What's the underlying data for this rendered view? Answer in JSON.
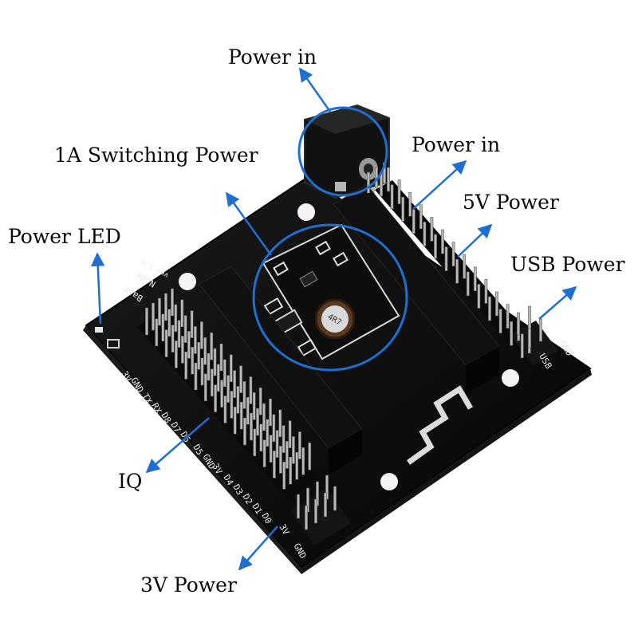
{
  "callouts": {
    "power_in_top": "Power in",
    "power_in_right": "Power in",
    "switching_power": "1A Switching Power",
    "five_v_power": "5V Power",
    "power_led": "Power LED",
    "usb_power": "USB Power",
    "iq": "IQ",
    "three_v_power": "3V Power"
  },
  "silkscreen": {
    "left_header": [
      "3V",
      "GND",
      "TX",
      "RX",
      "D8",
      "D7",
      "D6",
      "D5",
      "GND",
      "3V",
      "D4",
      "D3",
      "D2",
      "D1",
      "D0"
    ],
    "bottom_header": [
      "3V",
      "GND"
    ],
    "right_header": [
      "USB",
      "GND"
    ],
    "inductor": "4R7",
    "board_label": [
      "Node",
      "Base",
      "ver 1.0"
    ]
  },
  "colors": {
    "arrow": "#1f6fd1",
    "circle": "#1f6fd1",
    "board": "#0b0b0b"
  }
}
